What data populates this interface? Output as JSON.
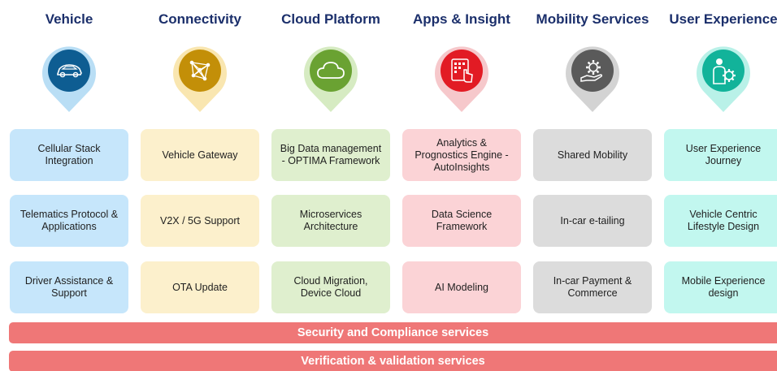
{
  "columns": [
    {
      "title": "Vehicle",
      "icon": "car-icon",
      "pin_color": "#b9def5",
      "disc_color": "#0e5d92",
      "card_color": "#c6e6fb",
      "items": [
        "Cellular Stack Integration",
        "Telematics Protocol & Applications",
        "Driver Assistance & Support"
      ]
    },
    {
      "title": "Connectivity",
      "icon": "network-icon",
      "pin_color": "#f9e6b0",
      "disc_color": "#c38f08",
      "card_color": "#fcf0cc",
      "items": [
        "Vehicle Gateway",
        "V2X / 5G Support",
        "OTA Update"
      ]
    },
    {
      "title": "Cloud Platform",
      "icon": "cloud-icon",
      "pin_color": "#d6ebc2",
      "disc_color": "#6aa232",
      "card_color": "#dfefce",
      "items": [
        "Big Data management - OPTIMA Framework",
        "Microservices Architecture",
        "Cloud Migration, Device Cloud"
      ]
    },
    {
      "title": "Apps & Insight",
      "icon": "tablet-touch-icon",
      "pin_color": "#f6c8cb",
      "disc_color": "#e21b24",
      "card_color": "#fbd3d6",
      "items": [
        "Analytics & Prognostics Engine - AutoInsights",
        "Data Science Framework",
        "AI Modeling"
      ]
    },
    {
      "title": "Mobility Services",
      "icon": "gear-hand-icon",
      "pin_color": "#d3d3d3",
      "disc_color": "#5a5a5a",
      "card_color": "#dcdcdc",
      "items": [
        "Shared Mobility",
        "In-car e-tailing",
        "In-car Payment & Commerce"
      ]
    },
    {
      "title": "User Experience",
      "icon": "user-gear-icon",
      "pin_color": "#b9f1e8",
      "disc_color": "#12b39a",
      "card_color": "#c2f7ef",
      "items": [
        "User Experience Journey",
        "Vehicle Centric Lifestyle Design",
        "Mobile Experience design"
      ]
    }
  ],
  "bands": [
    "Security and Compliance services",
    "Verification & validation services"
  ],
  "band_color": "#ef7777"
}
